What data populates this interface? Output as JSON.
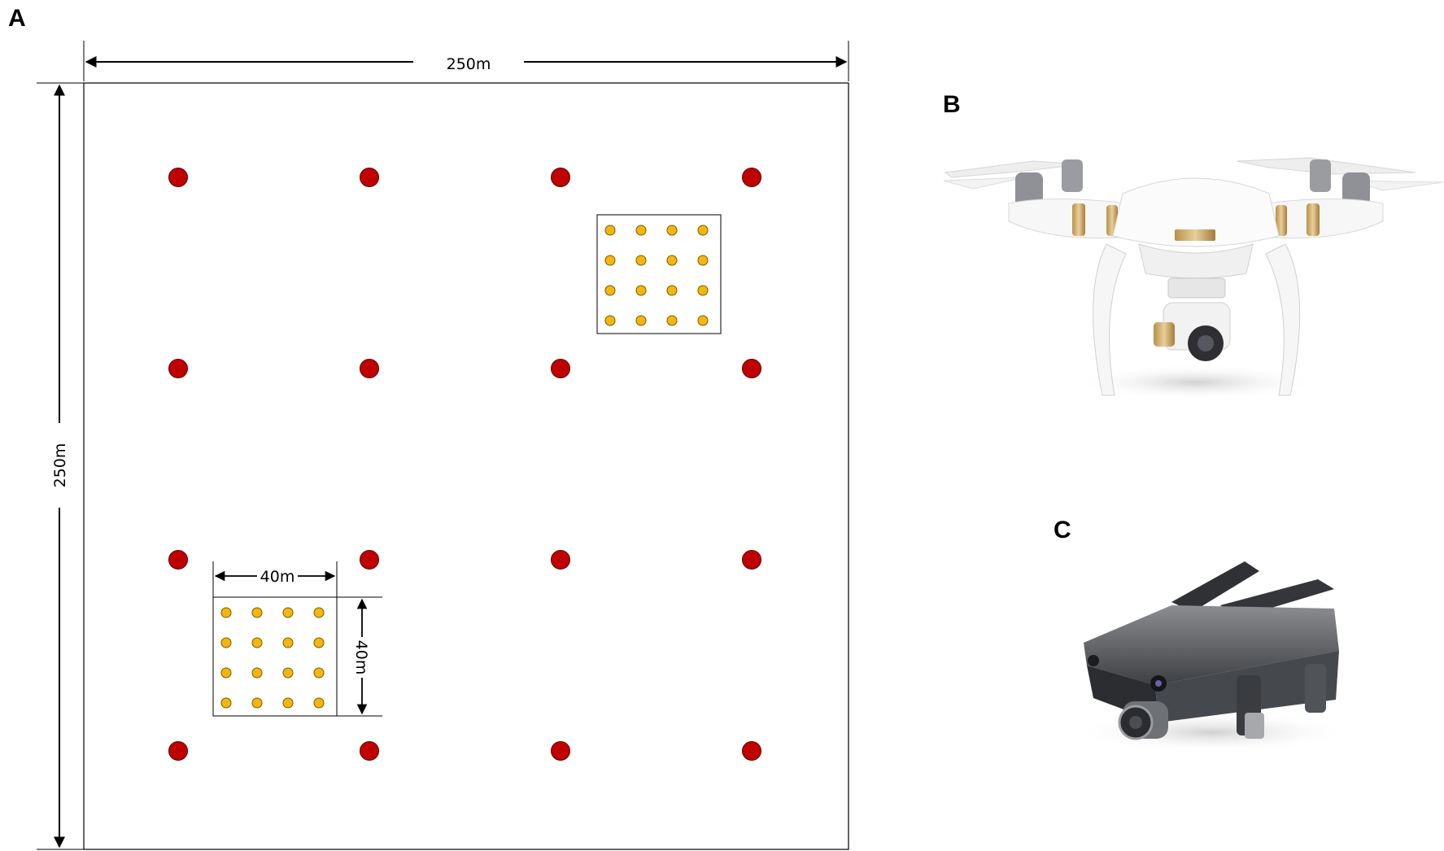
{
  "panels": {
    "a": "A",
    "b": "B",
    "c": "C"
  },
  "field": {
    "width_label": "250m",
    "height_label": "250m",
    "gcp_color": "#c00000",
    "gcp_grid": {
      "rows": 4,
      "cols": 4
    }
  },
  "subplots": {
    "point_color": "#f5b60c",
    "point_grid": {
      "rows": 4,
      "cols": 4
    },
    "width_label": "40m",
    "height_label": "40m"
  },
  "images": {
    "b": {
      "icon": "white-quadcopter-drone-icon"
    },
    "c": {
      "icon": "grey-folding-drone-icon"
    }
  }
}
